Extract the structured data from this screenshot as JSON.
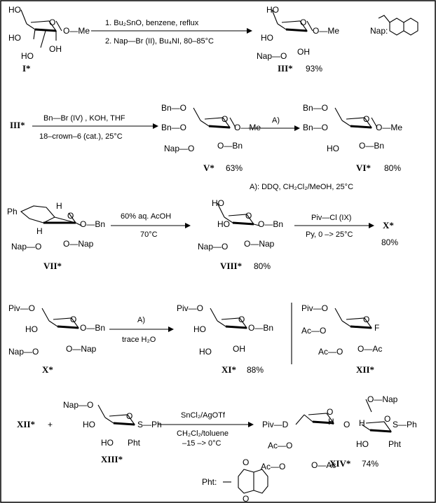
{
  "reactions": [
    {
      "id": "r1",
      "reagents_top": "1. Bu₂SnO, benzene, reflux",
      "reagents_bottom": "2. Nap—Br (II), Bu₄NI, 80–85°C"
    },
    {
      "id": "r2",
      "reagents_top": "Bn—Br (IV) , KOH, THF",
      "reagents_bottom": "18–crown–6 (cat.), 25°C"
    },
    {
      "id": "r3",
      "reagents_top": "A)",
      "reagents_bottom": ""
    },
    {
      "id": "r4",
      "reagents_top": "60% aq. AcOH",
      "reagents_bottom": "70°C"
    },
    {
      "id": "r5",
      "reagents_top": "Piv—Cl (IX)",
      "reagents_bottom": "Py, 0 –> 25°C"
    },
    {
      "id": "r6",
      "reagents_top": "A)",
      "reagents_bottom": "trace H₂O"
    },
    {
      "id": "r7",
      "reagents_top": "SnCl₂/AgOTf",
      "reagents_bottom": "CH₂Cl₂/toluene",
      "reagents_extra": "–15 –> 0°C"
    }
  ],
  "footnote": "A): DDQ,  CH₂Cl₂/MeOH,   25°C",
  "compounds": [
    {
      "id": "I",
      "label": "I*",
      "yield": ""
    },
    {
      "id": "III",
      "label": "III*",
      "yield": "93%"
    },
    {
      "id": "III_ref",
      "label": "III*",
      "yield": ""
    },
    {
      "id": "V",
      "label": "V*",
      "yield": "63%"
    },
    {
      "id": "VI",
      "label": "VI*",
      "yield": "80%"
    },
    {
      "id": "VII",
      "label": "VII*",
      "yield": ""
    },
    {
      "id": "VIII",
      "label": "VIII*",
      "yield": "80%"
    },
    {
      "id": "X_prod",
      "label": "X*",
      "yield": "80%"
    },
    {
      "id": "X",
      "label": "X*",
      "yield": ""
    },
    {
      "id": "XI",
      "label": "XI*",
      "yield": "88%"
    },
    {
      "id": "XII",
      "label": "XII*",
      "yield": ""
    },
    {
      "id": "XII_ref",
      "label": "XII*",
      "yield": ""
    },
    {
      "id": "XIII",
      "label": "XIII*",
      "yield": ""
    },
    {
      "id": "XIV",
      "label": "XIV*",
      "yield": "74%"
    }
  ],
  "legend": {
    "nap": "Nap:",
    "pht": "Pht:",
    "plus": "+"
  },
  "groups": {
    "OMe": "O—Me",
    "HO": "HO",
    "OH": "OH",
    "NapO": "Nap—O",
    "BnO": "Bn—O",
    "OBn": "O—Bn",
    "ONap": "O—Nap",
    "PivO": "Piv—O",
    "AcO": "Ac—O",
    "OAc": "O—Ac",
    "F": "F",
    "SPh": "S—Ph",
    "Pht": "Pht",
    "Ph": "Ph",
    "H": "H",
    "O": "O",
    "PivD": "Piv—D"
  }
}
